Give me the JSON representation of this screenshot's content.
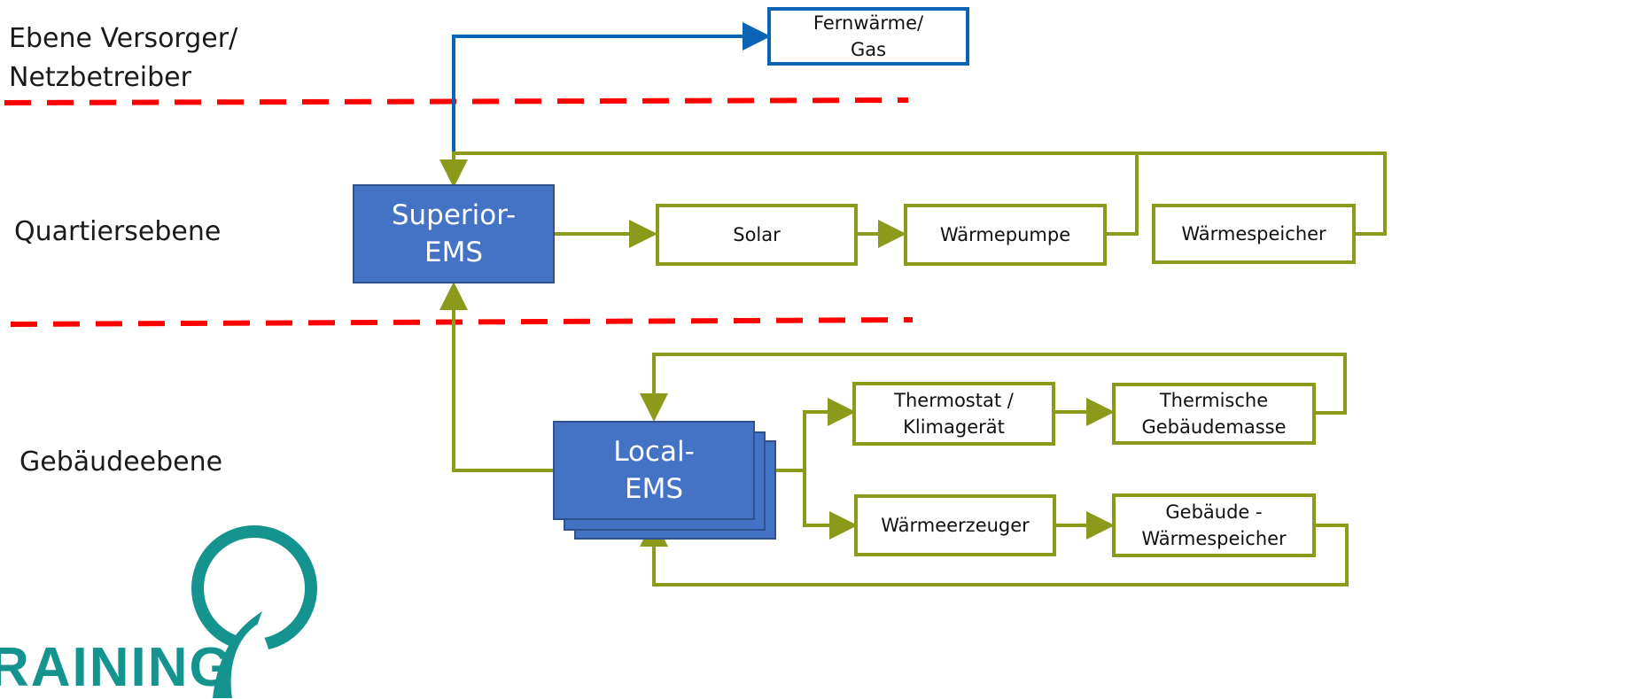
{
  "levels": {
    "supplier": "Ebene Versorger/\nNetzbetreiber",
    "district": "Quartiersebene",
    "building": "Gebäudeebene"
  },
  "nodes": {
    "district_heating": "Fernwärme/\nGas",
    "superior_ems": "Superior-\nEMS",
    "solar": "Solar",
    "heat_pump": "Wärmepumpe",
    "heat_storage": "Wärmespeicher",
    "local_ems": "Local-\nEMS",
    "thermostat": "Thermostat /\nKlimagerät",
    "thermal_mass": "Thermische\nGebäudemasse",
    "heat_generator": "Wärmeerzeuger",
    "building_storage": "Gebäude -\nWärmespeicher"
  },
  "logo": {
    "text": "RAINING"
  },
  "colors": {
    "green_line": "#8B9A1B",
    "blue_line": "#0B63B4",
    "ems_fill": "#4472C4",
    "separator": "#FF0000",
    "logo": "#14938F"
  }
}
